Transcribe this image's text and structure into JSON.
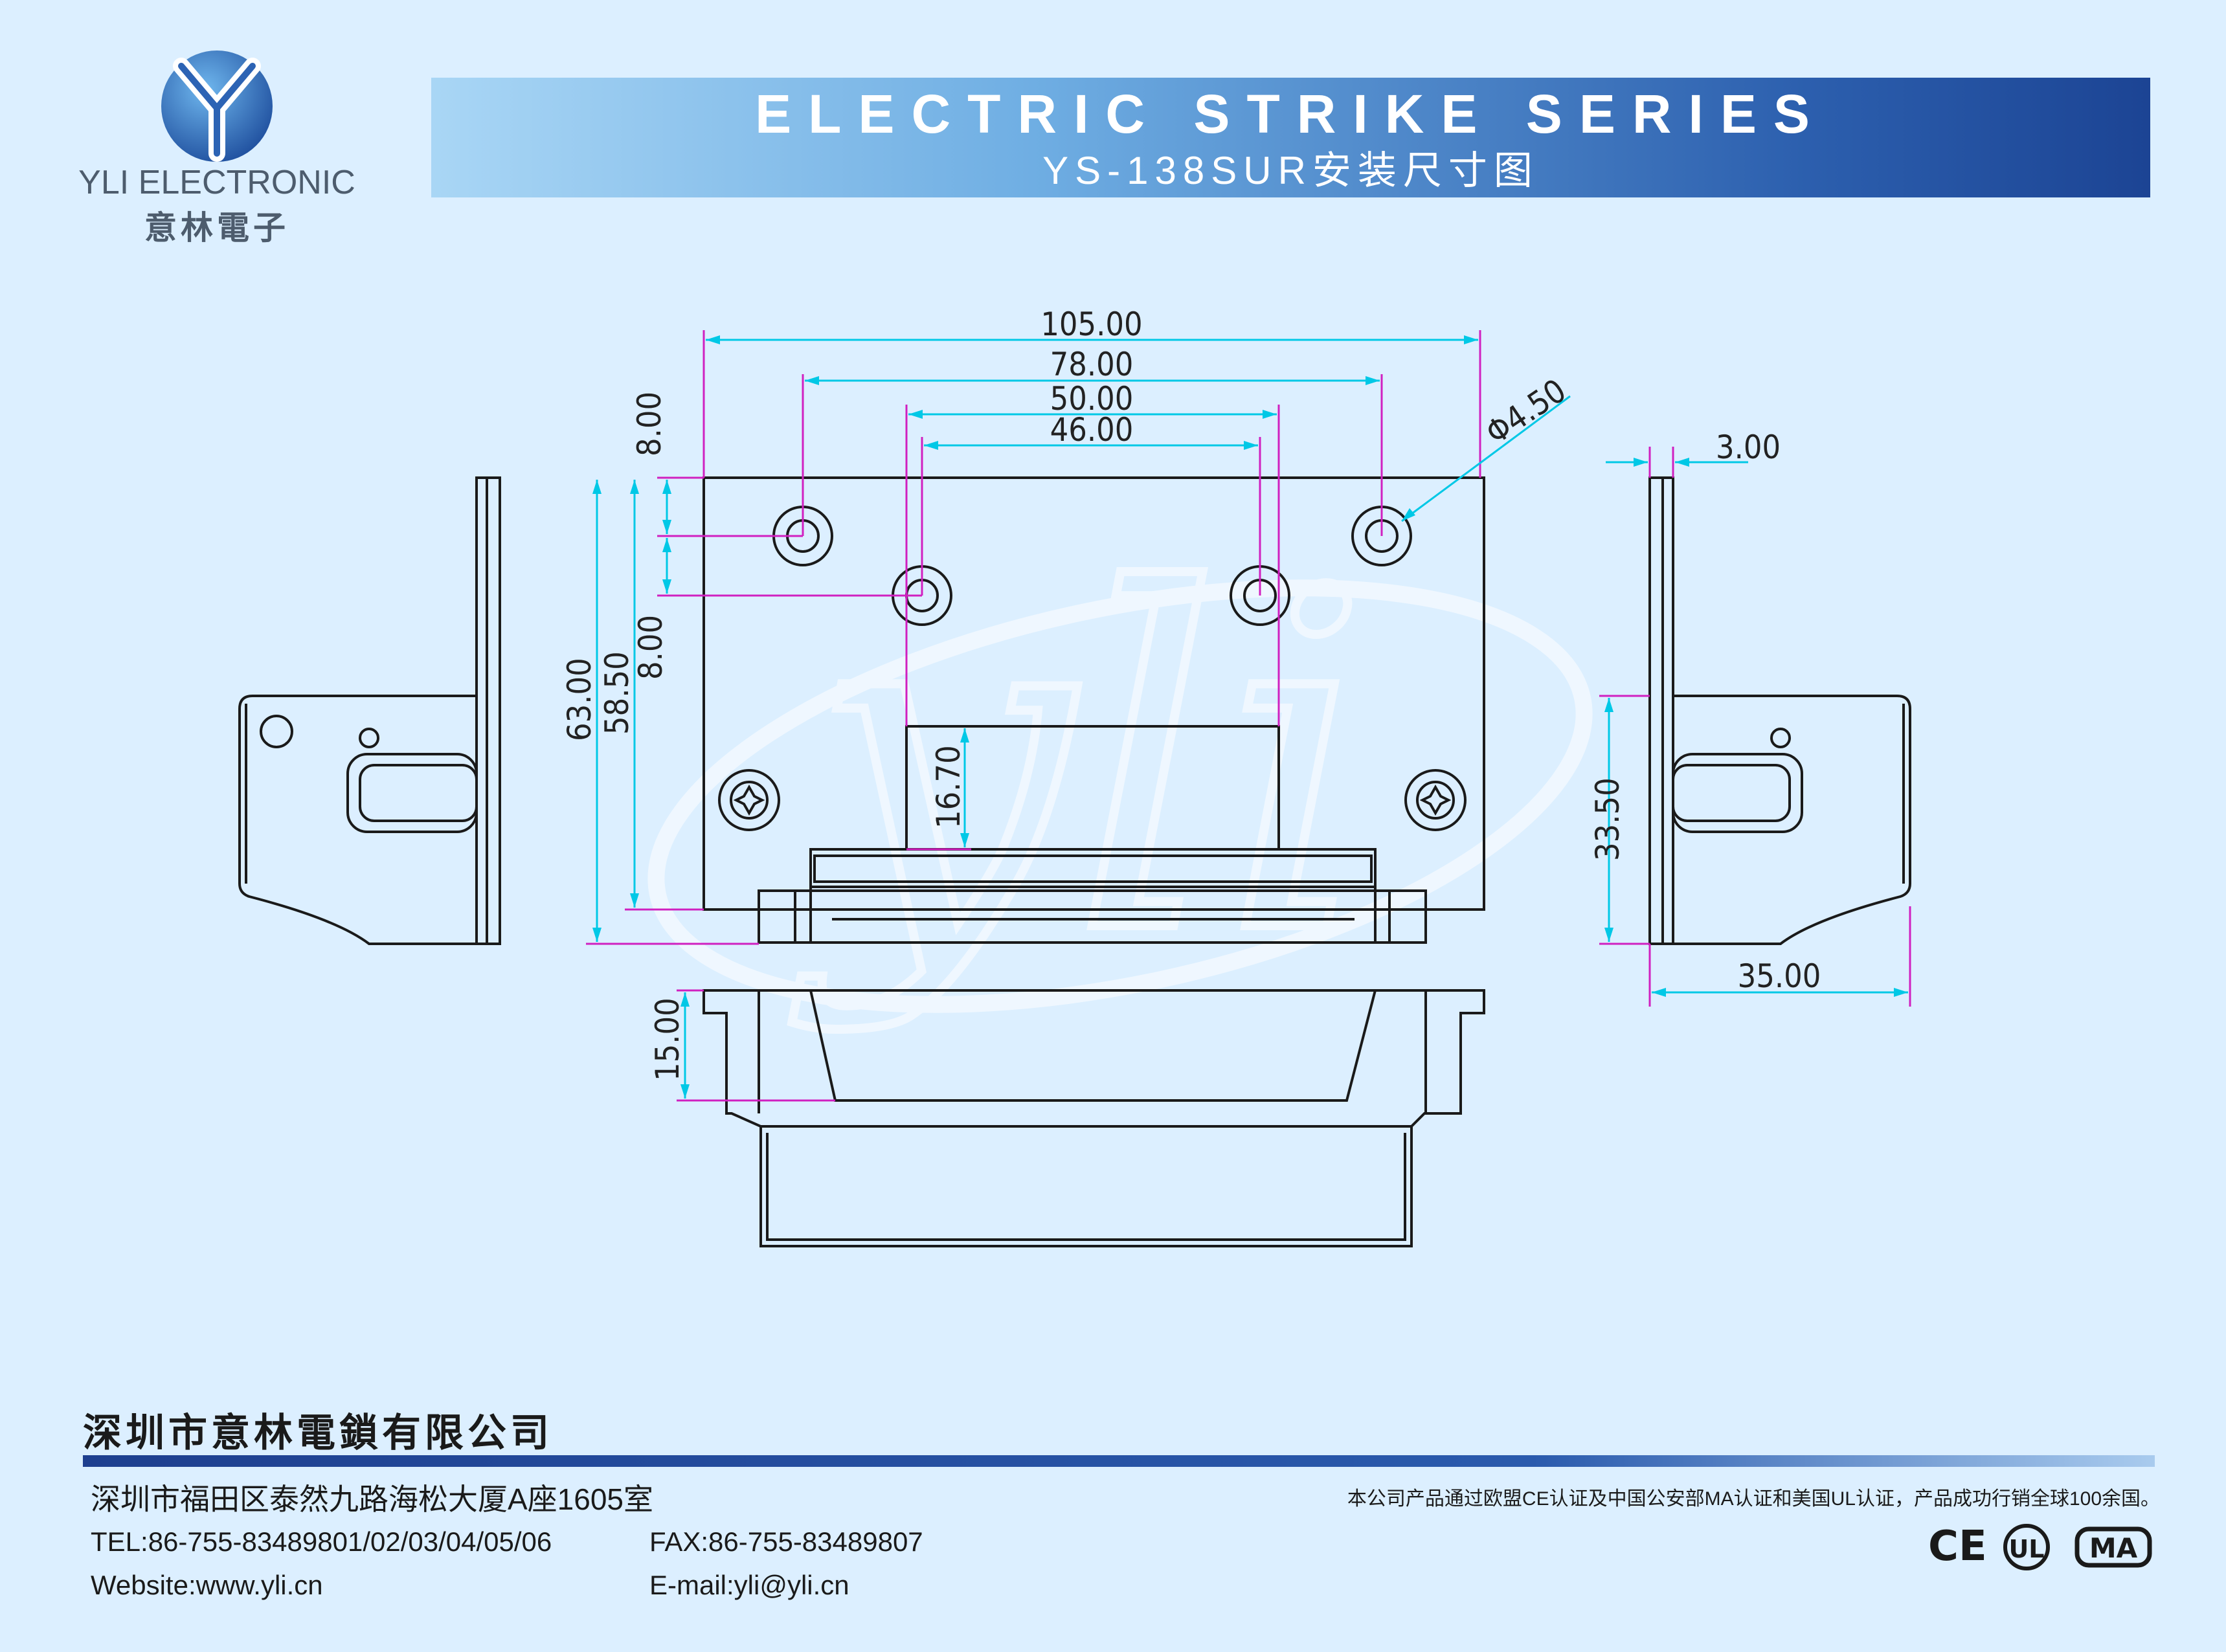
{
  "brand": {
    "logo_letter": "Y",
    "name_en": "YLI ELECTRONIC",
    "name_cn": "意林電子",
    "watermark": "yli"
  },
  "banner": {
    "title": "ELECTRIC STRIKE SERIES",
    "subtitle": "YS-138SUR安装尺寸图"
  },
  "dimensions": {
    "overall_width": "105.00",
    "outer_holes_spacing": "78.00",
    "strike_opening_width": "50.00",
    "inner_holes_spacing": "46.00",
    "hole_diameter": "Φ4.50",
    "top_hole_offset": "8.00",
    "inner_hole_offset": "8.00",
    "overall_height": "63.00",
    "plate_height": "58.50",
    "opening_depth": "16.70",
    "plate_thickness": "3.00",
    "side_height": "33.50",
    "side_depth": "35.00",
    "body_depth": "15.00"
  },
  "footer": {
    "company_name": "深圳市意林電鎖有限公司",
    "address": "深圳市福田区泰然九路海松大厦A座1605室",
    "tel": "TEL:86-755-83489801/02/03/04/05/06",
    "fax": "FAX:86-755-83489807",
    "website": "Website:www.yli.cn",
    "email": "E-mail:yli@yli.cn",
    "certification_note": "本公司产品通过欧盟CE认证及中国公安部MA认证和美国UL认证，产品成功行销全球100余国。",
    "cert_marks": [
      "CE",
      "UL",
      "MA"
    ]
  },
  "colors": {
    "background": "#dcefff",
    "banner_dark": "#1c4494",
    "dimension_line": "#00c8e6",
    "extension_line": "#d020c0",
    "outline": "#1a1a1a"
  }
}
